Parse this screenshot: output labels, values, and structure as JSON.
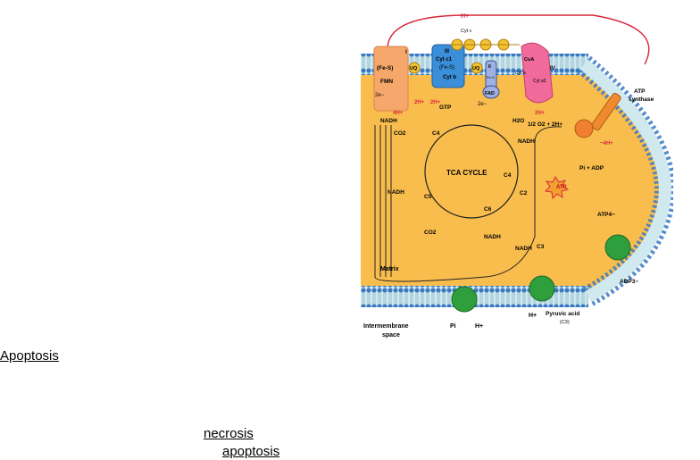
{
  "figure": {
    "matrix": "Matrix",
    "intermembrane_line1": "Intermembrane",
    "intermembrane_line2": "space",
    "tca": "TCA CYCLE",
    "h_top": "H+",
    "cytc": "Cyt c",
    "complex_I": "I",
    "complex_III": "III",
    "complex_IV": "IV",
    "complex_II": "II",
    "fes": "(Fe-S)",
    "fmn": "FMN",
    "two_e": "2e−",
    "uq": "UQ",
    "cyt_c1": "Cyt c1",
    "fes3": "(Fe-S)",
    "cyt_b": "Cyt b",
    "fes2": "Fe-S",
    "fad": "FAD",
    "cua": "CuA",
    "cyt_a": "Cyt a",
    "cyt_a3": "Cyt a3",
    "four_h": "4H+",
    "two_h_a": "2H+",
    "two_h_b": "2H+",
    "two_h_c": "2H+",
    "nadh": "NADH",
    "gtp": "GTP",
    "h2o": "H2O",
    "half_o2": "1/2 O2 + 2H+",
    "atp_synthase_1": "ATP",
    "atp_synthase_2": "synthase",
    "minus_4h": "~4H+",
    "pi_adp": "Pi + ADP",
    "atp": "ATP",
    "atp4": "ATP4−",
    "adp3": "ADP3−",
    "co2_a": "CO2",
    "co2_b": "CO2",
    "c4_a": "C4",
    "c4_b": "C4",
    "c5": "C5",
    "c6": "C6",
    "c2": "C2",
    "c3": "C3",
    "nadh_2": "NADH",
    "nadh_3": "NADH",
    "nadh_4": "NADH",
    "nadh_5": "NADH",
    "pi": "Pi",
    "h_bottom_1": "H+",
    "h_bottom_2": "H+",
    "pyruvic_1": "Pyruvic acid",
    "pyruvic_2": "(C3)"
  },
  "headings": {
    "apoptosis": "Apoptosis"
  },
  "terms": {
    "necrosis": "necrosis",
    "apoptosis": "apoptosis"
  }
}
